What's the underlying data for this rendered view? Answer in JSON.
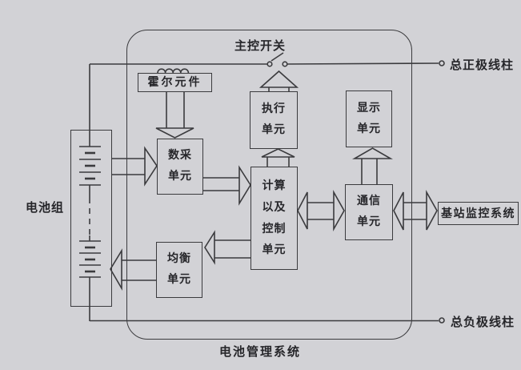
{
  "diagram": {
    "caption": "电池管理系统",
    "nodes": {
      "battery_pack": {
        "label": "电池组"
      },
      "hall": {
        "label": "霍尔元件"
      },
      "daq": {
        "label": "数采\n单元"
      },
      "exec": {
        "label": "执行\n单元"
      },
      "display": {
        "label": "显示\n单元"
      },
      "calc": {
        "label": "计算\n以及\n控制\n单元"
      },
      "comm": {
        "label": "通信\n单元"
      },
      "balance": {
        "label": "均衡\n单元"
      },
      "base_station": {
        "label": "基站监控系统"
      }
    },
    "labels": {
      "main_switch": "主控开关",
      "positive_terminal": "总正极线柱",
      "negative_terminal": "总负极线柱"
    },
    "colors": {
      "background": "#d2d2d6",
      "line": "#3b3b3e",
      "text": "#26262a"
    }
  }
}
